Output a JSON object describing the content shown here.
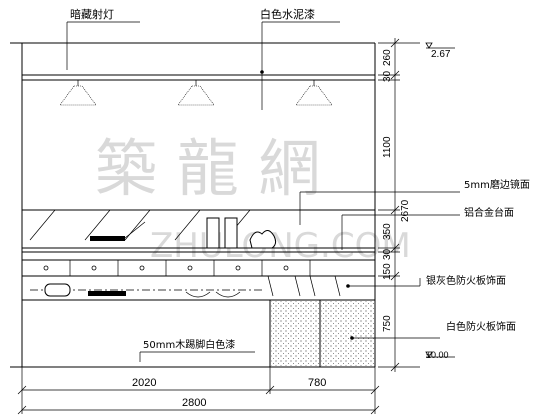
{
  "labels": {
    "downlight": "暗藏射灯",
    "white_cement_paint": "白色水泥漆",
    "mirror": "5mm磨边镜面",
    "aluminum": "铝合金台面",
    "silver_grey": "银灰色防火板饰面",
    "white_panel": "白色防火板饰面",
    "skirting": "50mm木踢脚白色漆"
  },
  "elevations": {
    "top": "2.67",
    "bottom": "±0.00"
  },
  "dims_right": {
    "d260": "260",
    "d30a": "30",
    "d1100": "1100",
    "d2670": "2670",
    "d350": "350",
    "d30b": "30",
    "d150": "150",
    "d750": "750"
  },
  "dims_bottom": {
    "left": "2020",
    "right": "780",
    "total": "2800"
  },
  "watermark": {
    "chars": "築 龍 網",
    "url": "ZHULONG.COM"
  }
}
